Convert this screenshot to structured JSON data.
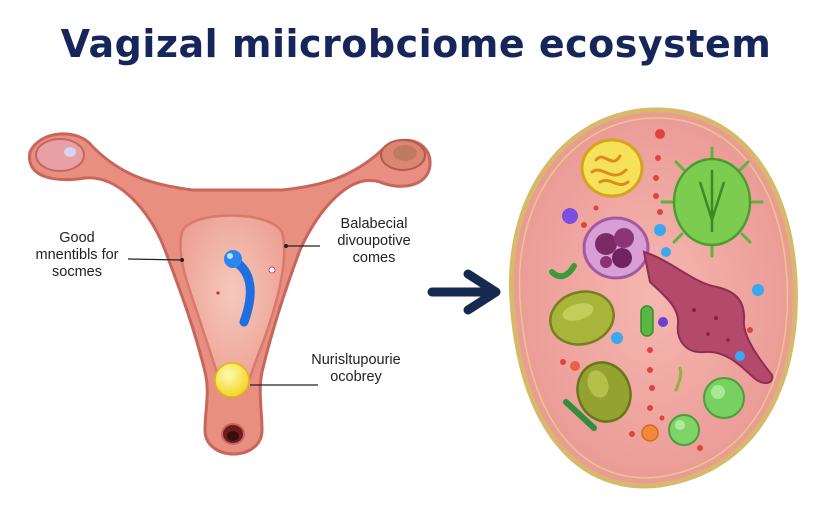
{
  "title": "Vagizal miicrobciome ecosystem",
  "labels": {
    "left": [
      "Good",
      "mnentibls for",
      "socmes"
    ],
    "right": [
      "Balabecial",
      "divoupotive",
      "comes"
    ],
    "bottom": [
      "Nurisltupourie",
      "ocobrey"
    ]
  },
  "colors": {
    "title": "#16265a",
    "tissue": "#e88f82",
    "tissue_dark": "#c8665c",
    "cavity": "#f3b9ad",
    "cell_border": "#d8b86a",
    "cell_fill": "#f0a8a4",
    "arrow": "#16294f"
  },
  "icons": [
    "arrow-right-icon"
  ]
}
